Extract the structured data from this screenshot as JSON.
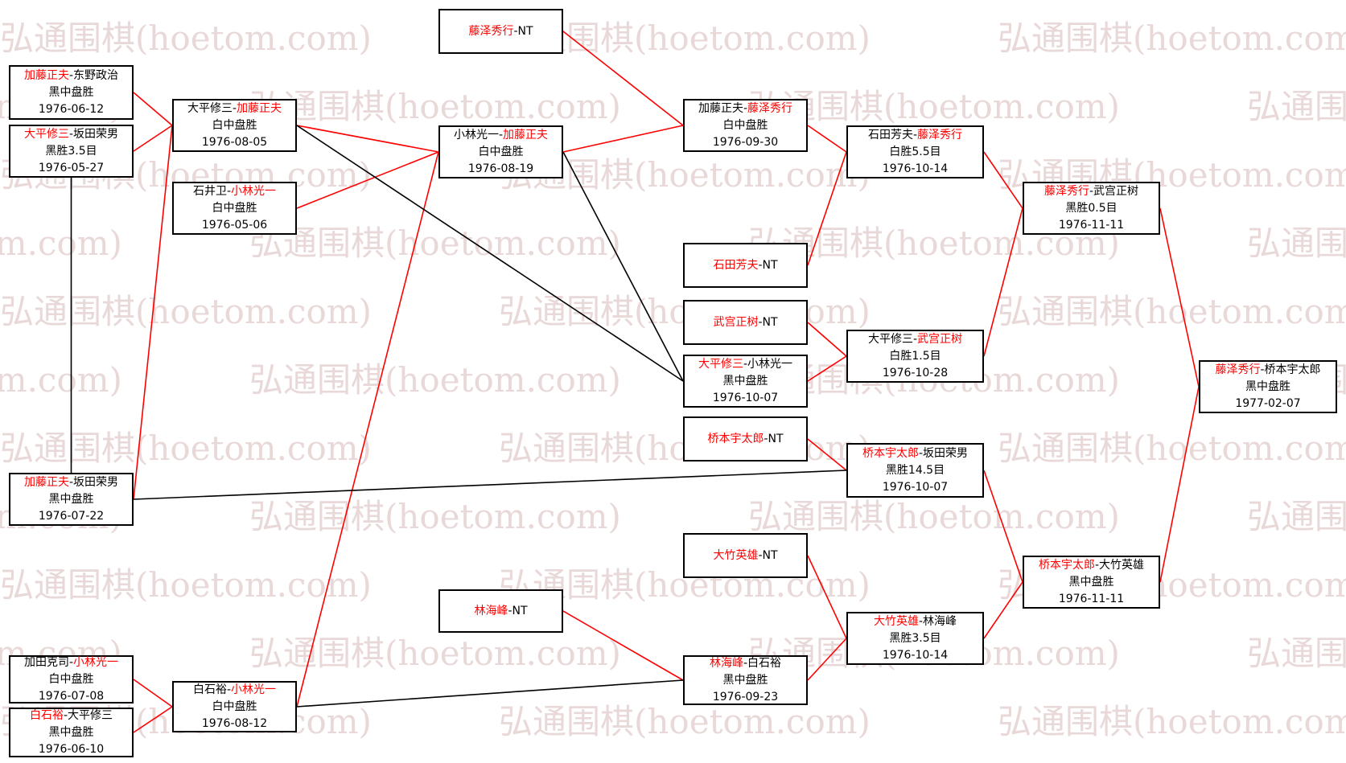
{
  "watermark": {
    "text": "弘通围棋(hoetom.com)"
  },
  "colors": {
    "winner_name": "#ff0000",
    "loser_name": "#000000",
    "advance_winner_line": "#ff0000",
    "advance_loser_line": "#000000",
    "box_border": "#000000",
    "background": "#ffffff"
  },
  "matches": [
    {
      "id": "m1",
      "p1": "藤泽秀行",
      "p2": "NT",
      "winner": "p1",
      "result": "",
      "date": ""
    },
    {
      "id": "m2",
      "p1": "加藤正夫",
      "p2": "东野政治",
      "winner": "p1",
      "result": "黑中盘胜",
      "date": "1976-06-12"
    },
    {
      "id": "m3",
      "p1": "大平修三",
      "p2": "坂田荣男",
      "winner": "p1",
      "result": "黑胜3.5目",
      "date": "1976-05-27"
    },
    {
      "id": "m4",
      "p1": "大平修三",
      "p2": "加藤正夫",
      "winner": "p2",
      "result": "白中盘胜",
      "date": "1976-08-05"
    },
    {
      "id": "m5",
      "p1": "石井卫",
      "p2": "小林光一",
      "winner": "p2",
      "result": "白中盘胜",
      "date": "1976-05-06"
    },
    {
      "id": "m6",
      "p1": "小林光一",
      "p2": "加藤正夫",
      "winner": "p2",
      "result": "白中盘胜",
      "date": "1976-08-19"
    },
    {
      "id": "m7",
      "p1": "加藤正夫",
      "p2": "藤泽秀行",
      "winner": "p2",
      "result": "白中盘胜",
      "date": "1976-09-30"
    },
    {
      "id": "m8",
      "p1": "石田芳夫",
      "p2": "藤泽秀行",
      "winner": "p2",
      "result": "白胜5.5目",
      "date": "1976-10-14"
    },
    {
      "id": "m9",
      "p1": "藤泽秀行",
      "p2": "武宫正树",
      "winner": "p1",
      "result": "黑胜0.5目",
      "date": "1976-11-11"
    },
    {
      "id": "m10",
      "p1": "石田芳夫",
      "p2": "NT",
      "winner": "p1",
      "result": "",
      "date": ""
    },
    {
      "id": "m11",
      "p1": "武宫正树",
      "p2": "NT",
      "winner": "p1",
      "result": "",
      "date": ""
    },
    {
      "id": "m12",
      "p1": "大平修三",
      "p2": "武宫正树",
      "winner": "p2",
      "result": "白胜1.5目",
      "date": "1976-10-28"
    },
    {
      "id": "m13",
      "p1": "大平修三",
      "p2": "小林光一",
      "winner": "p1",
      "result": "黑中盘胜",
      "date": "1976-10-07"
    },
    {
      "id": "m14",
      "p1": "桥本宇太郎",
      "p2": "NT",
      "winner": "p1",
      "result": "",
      "date": ""
    },
    {
      "id": "m15",
      "p1": "桥本宇太郎",
      "p2": "坂田荣男",
      "winner": "p1",
      "result": "黑胜14.5目",
      "date": "1976-10-07"
    },
    {
      "id": "m16",
      "p1": "加藤正夫",
      "p2": "坂田荣男",
      "winner": "p1",
      "result": "黑中盘胜",
      "date": "1976-07-22"
    },
    {
      "id": "m17",
      "p1": "大竹英雄",
      "p2": "NT",
      "winner": "p1",
      "result": "",
      "date": ""
    },
    {
      "id": "m18",
      "p1": "大竹英雄",
      "p2": "林海峰",
      "winner": "p1",
      "result": "黑胜3.5目",
      "date": "1976-10-14"
    },
    {
      "id": "m19",
      "p1": "林海峰",
      "p2": "NT",
      "winner": "p1",
      "result": "",
      "date": ""
    },
    {
      "id": "m20",
      "p1": "林海峰",
      "p2": "白石裕",
      "winner": "p1",
      "result": "黑中盘胜",
      "date": "1976-09-23"
    },
    {
      "id": "m21",
      "p1": "桥本宇太郎",
      "p2": "大竹英雄",
      "winner": "p1",
      "result": "黑中盘胜",
      "date": "1976-11-11"
    },
    {
      "id": "m22",
      "p1": "藤泽秀行",
      "p2": "桥本宇太郎",
      "winner": "p1",
      "result": "黑中盘胜",
      "date": "1977-02-07"
    },
    {
      "id": "m23",
      "p1": "加田克司",
      "p2": "小林光一",
      "winner": "p2",
      "result": "白中盘胜",
      "date": "1976-07-08"
    },
    {
      "id": "m24",
      "p1": "白石裕",
      "p2": "大平修三",
      "winner": "p1",
      "result": "黑中盘胜",
      "date": "1976-06-10"
    },
    {
      "id": "m25",
      "p1": "白石裕",
      "p2": "小林光一",
      "winner": "p2",
      "result": "白中盘胜",
      "date": "1976-08-12"
    }
  ],
  "connections": [
    {
      "from": "m2",
      "to": "m4",
      "type": "winner"
    },
    {
      "from": "m3",
      "to": "m4",
      "type": "winner"
    },
    {
      "from": "m16",
      "to": "m4",
      "type": "winner"
    },
    {
      "from": "m3",
      "to": "m16",
      "type": "loser"
    },
    {
      "from": "m4",
      "to": "m6",
      "type": "winner"
    },
    {
      "from": "m5",
      "to": "m6",
      "type": "winner"
    },
    {
      "from": "m25",
      "to": "m6",
      "type": "winner"
    },
    {
      "from": "m4",
      "to": "m13",
      "type": "loser"
    },
    {
      "from": "m6",
      "to": "m13",
      "type": "loser"
    },
    {
      "from": "m6",
      "to": "m7",
      "type": "winner"
    },
    {
      "from": "m1",
      "to": "m7",
      "type": "winner"
    },
    {
      "from": "m7",
      "to": "m8",
      "type": "winner"
    },
    {
      "from": "m10",
      "to": "m8",
      "type": "winner"
    },
    {
      "from": "m8",
      "to": "m9",
      "type": "winner"
    },
    {
      "from": "m12",
      "to": "m9",
      "type": "winner"
    },
    {
      "from": "m11",
      "to": "m12",
      "type": "winner"
    },
    {
      "from": "m13",
      "to": "m12",
      "type": "winner"
    },
    {
      "from": "m9",
      "to": "m22",
      "type": "winner"
    },
    {
      "from": "m21",
      "to": "m22",
      "type": "winner"
    },
    {
      "from": "m14",
      "to": "m15",
      "type": "winner"
    },
    {
      "from": "m16",
      "to": "m15",
      "type": "loser"
    },
    {
      "from": "m15",
      "to": "m21",
      "type": "winner"
    },
    {
      "from": "m17",
      "to": "m18",
      "type": "winner"
    },
    {
      "from": "m20",
      "to": "m18",
      "type": "winner"
    },
    {
      "from": "m19",
      "to": "m20",
      "type": "winner"
    },
    {
      "from": "m18",
      "to": "m21",
      "type": "winner"
    },
    {
      "from": "m23",
      "to": "m25",
      "type": "winner"
    },
    {
      "from": "m24",
      "to": "m25",
      "type": "winner"
    },
    {
      "from": "m25",
      "to": "m20",
      "type": "loser"
    }
  ]
}
